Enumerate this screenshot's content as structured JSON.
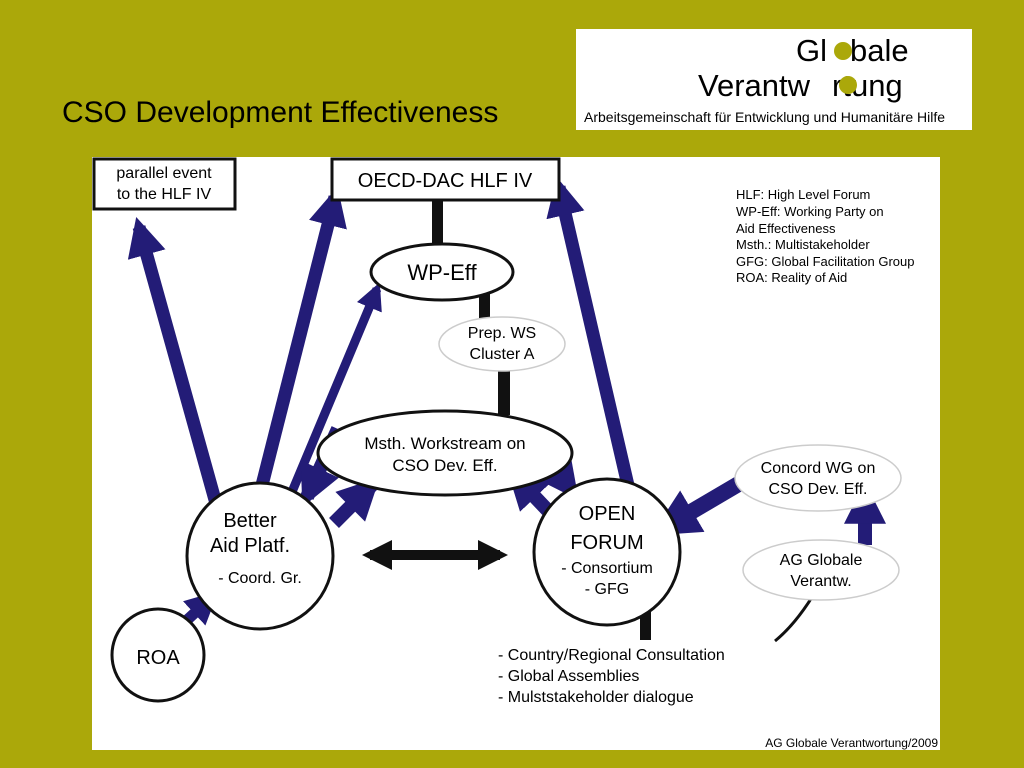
{
  "slide": {
    "title": "CSO Development Effectiveness"
  },
  "logo": {
    "line1_a": "Gl",
    "line1_b": "bale",
    "line2_a": "Verantw",
    "line2_b": "rtung",
    "subtitle": "Arbeitsgemeinschaft für Entwicklung und Humanitäre Hilfe",
    "accent_color": "#ABA80A"
  },
  "diagram": {
    "parallel_event": [
      "parallel event",
      "to  the HLF IV"
    ],
    "oecd": "OECD-DAC HLF IV",
    "wp_eff": "WP-Eff",
    "prep_ws": [
      "Prep. WS",
      "Cluster A"
    ],
    "msth": [
      "Msth. Workstream on",
      "CSO Dev. Eff."
    ],
    "better_aid": [
      "Better",
      "Aid Platf.",
      "- Coord. Gr."
    ],
    "open_forum": [
      "OPEN",
      "FORUM",
      "- Consortium",
      "- GFG"
    ],
    "concord": [
      "Concord WG on",
      "CSO Dev. Eff."
    ],
    "ag_globale": [
      "AG Globale",
      "Verantw."
    ],
    "roa": "ROA",
    "legend": [
      "HLF: High Level Forum",
      "WP-Eff: Working Party on",
      "Aid Effectiveness",
      "Msth.: Multistakeholder",
      "GFG: Global Facilitation Group",
      "ROA: Reality of Aid"
    ],
    "activities": [
      "- Country/Regional Consultation",
      "- Global Assemblies",
      "- Mulststakeholder dialogue"
    ],
    "credit": "AG Globale Verantwortung/2009",
    "arrow_color": "#231C77"
  }
}
